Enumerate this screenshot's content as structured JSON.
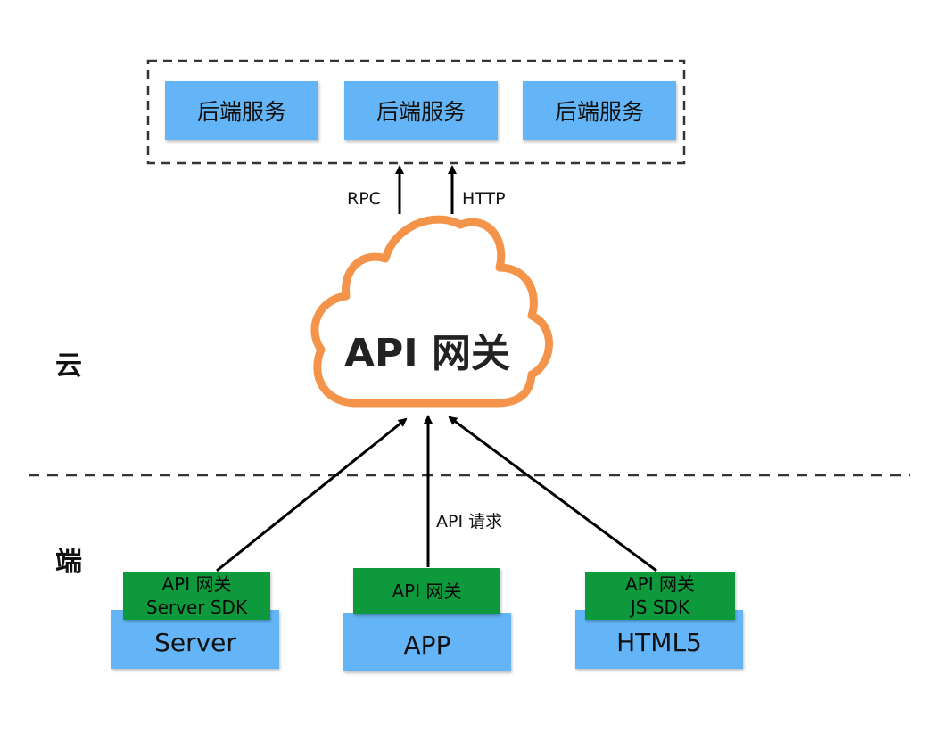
{
  "backend": {
    "services": [
      "后端服务",
      "后端服务",
      "后端服务"
    ]
  },
  "protocols": {
    "rpc": "RPC",
    "http": "HTTP"
  },
  "gateway": {
    "label": "API 网关",
    "cloud_color": "#f4944a"
  },
  "layers": {
    "cloud": "云",
    "client": "端"
  },
  "request_label": "API 请求",
  "clients": [
    {
      "sdk_line1": "API 网关",
      "sdk_line2": "Server SDK",
      "name": "Server"
    },
    {
      "sdk_line1": "API 网关",
      "sdk_line2": "",
      "name": "APP"
    },
    {
      "sdk_line1": "API 网关",
      "sdk_line2": "JS SDK",
      "name": "HTML5"
    }
  ],
  "colors": {
    "service_box": "#63b5f7",
    "sdk_box": "#0e9a3c",
    "arrow": "#000000"
  }
}
